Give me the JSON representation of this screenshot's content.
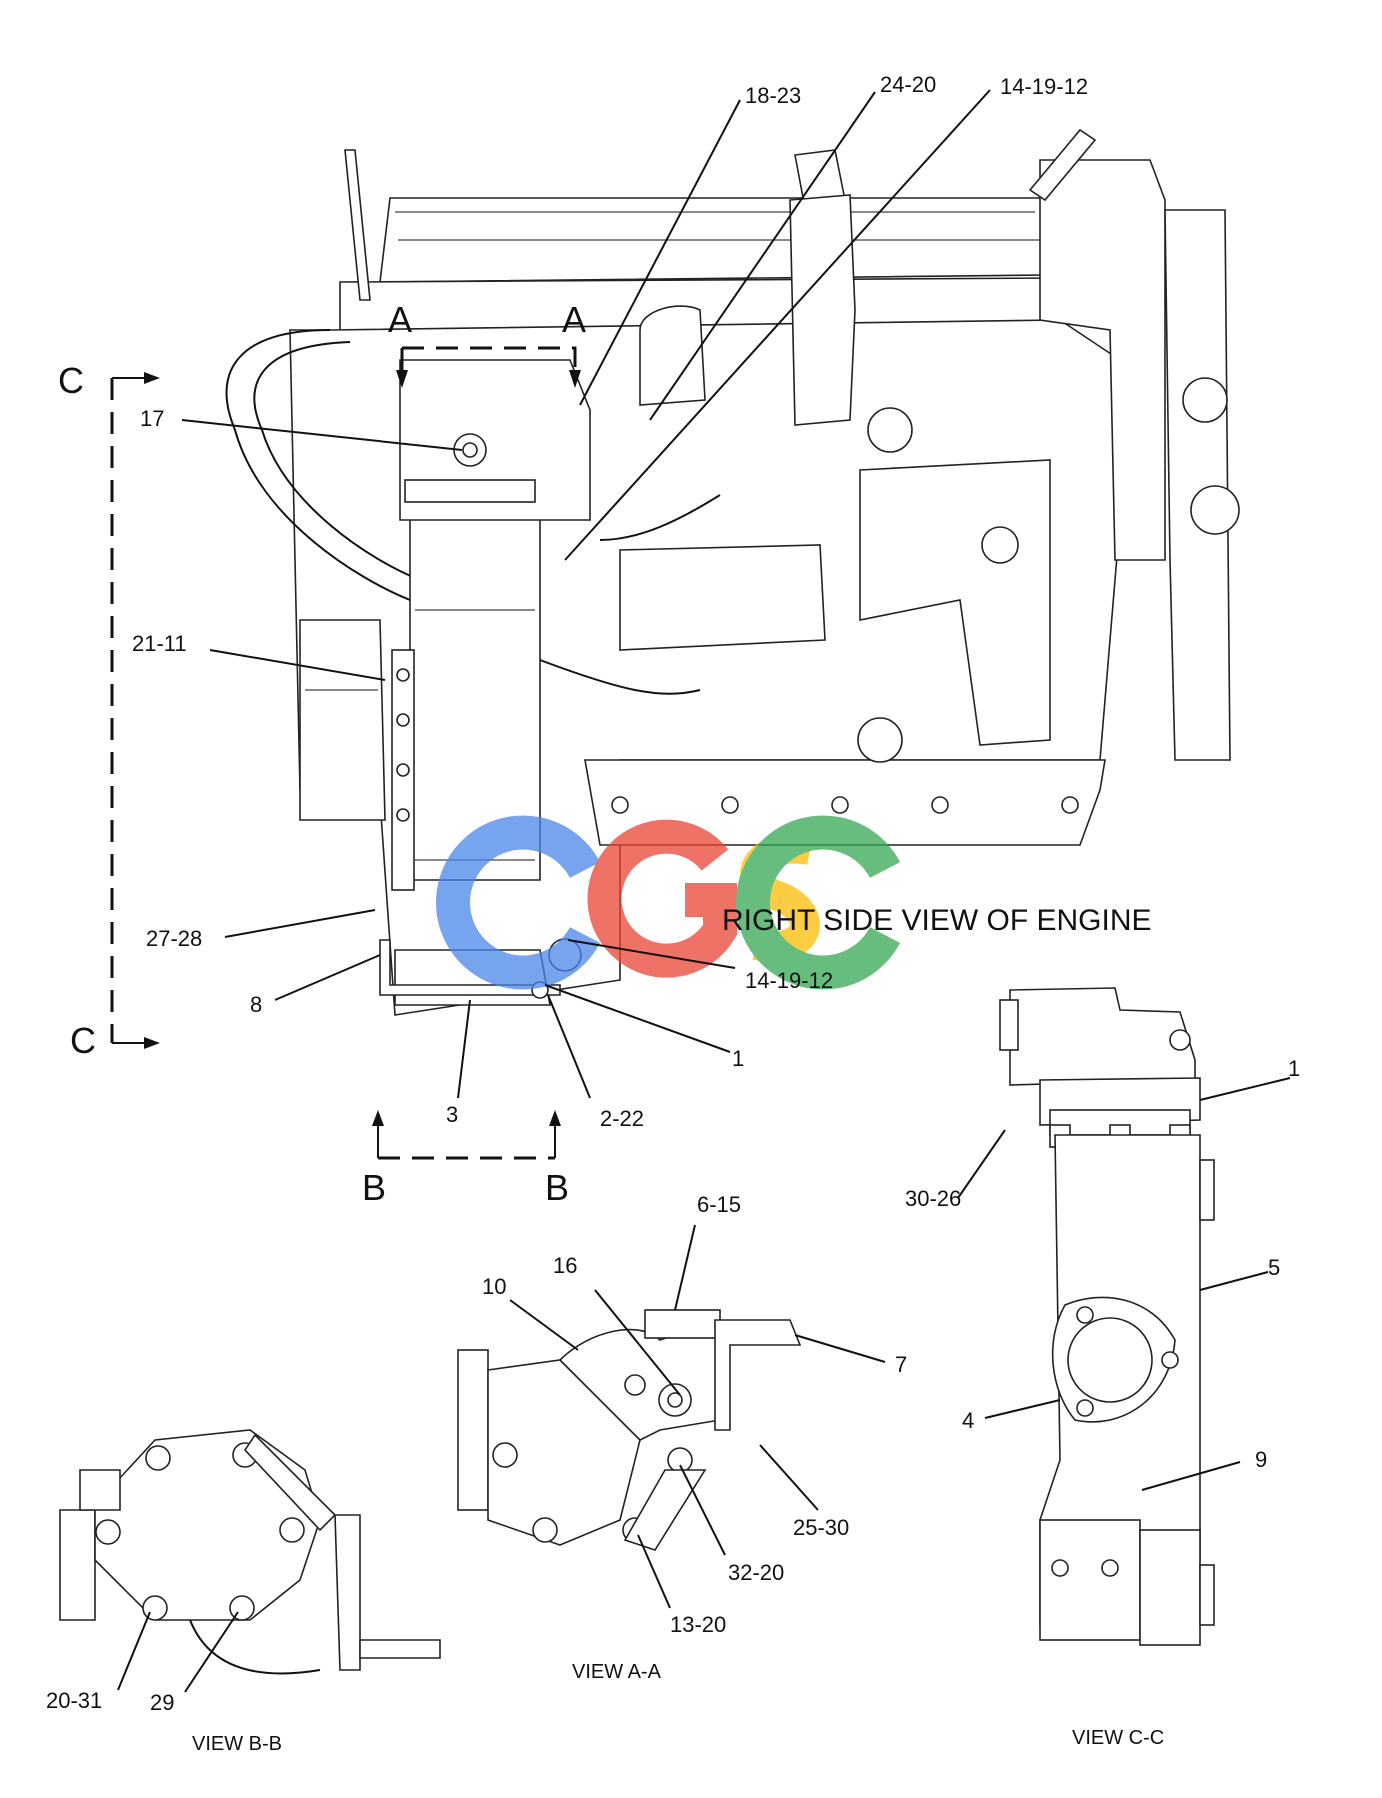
{
  "diagram": {
    "main_title": "RIGHT SIDE VIEW OF ENGINE",
    "watermark": "CGSC",
    "views": {
      "a": "VIEW A-A",
      "b": "VIEW B-B",
      "c": "VIEW C-C"
    },
    "section_markers": {
      "a": "A",
      "b": "B",
      "c": "C"
    },
    "callouts_main": [
      "18-23",
      "24-20",
      "14-19-12",
      "17",
      "21-11",
      "27-28",
      "8",
      "14-19-12",
      "1",
      "3",
      "2-22"
    ],
    "callouts_view_a": [
      "6-15",
      "16",
      "10",
      "7",
      "25-30",
      "32-20",
      "13-20"
    ],
    "callouts_view_b": [
      "20-31",
      "29"
    ],
    "callouts_view_c": [
      "1",
      "30-26",
      "5",
      "4",
      "9"
    ],
    "watermark_colors": [
      "#4a86e8",
      "#ea4335",
      "#fbbc04",
      "#34a853"
    ]
  }
}
